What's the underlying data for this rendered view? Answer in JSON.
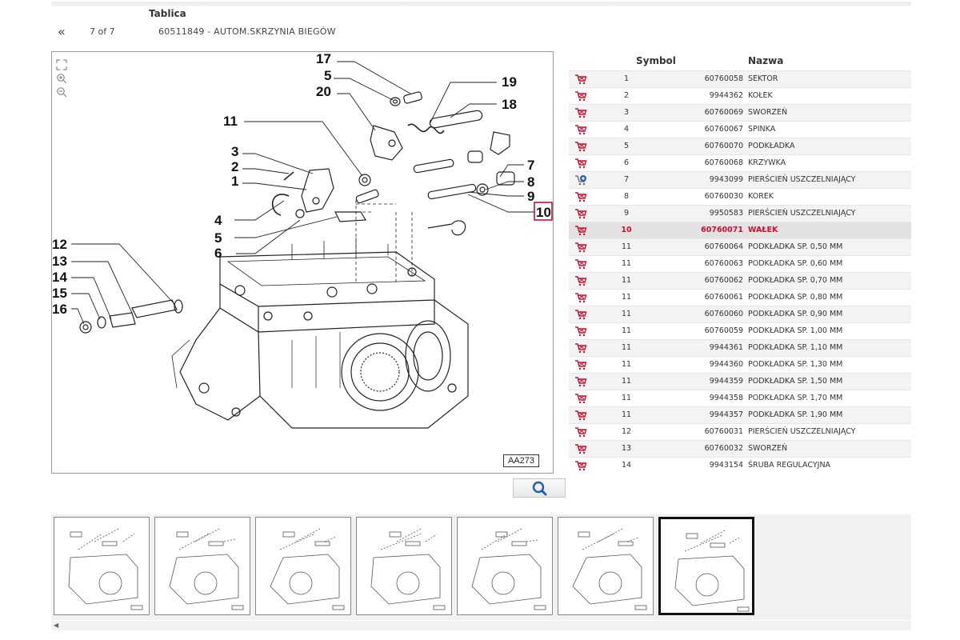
{
  "header": {
    "label": "Tablica",
    "back_icon": "«",
    "position": "7 of 7",
    "title": "60511849 - AUTOM.SKRZYNIA BIEGÓW"
  },
  "diagram": {
    "code": "AA273",
    "callouts": [
      "17",
      "5",
      "20",
      "19",
      "18",
      "11",
      "3",
      "2",
      "1",
      "7",
      "8",
      "9",
      "10",
      "4",
      "5",
      "6",
      "12",
      "13",
      "14",
      "15",
      "16"
    ],
    "selected_callout": "10",
    "tools": [
      "fit-icon",
      "zoom-in-icon",
      "zoom-out-icon"
    ]
  },
  "table": {
    "columns": {
      "symbol": "Symbol",
      "name": "Nazwa"
    },
    "rows": [
      {
        "pos": "1",
        "symbol": "60760058",
        "name": "SEKTOR",
        "icon": "cart"
      },
      {
        "pos": "2",
        "symbol": "9944362",
        "name": "KOŁEK",
        "icon": "cart"
      },
      {
        "pos": "3",
        "symbol": "60760069",
        "name": "SWORZEŃ",
        "icon": "cart"
      },
      {
        "pos": "4",
        "symbol": "60760067",
        "name": "SPINKA",
        "icon": "cart"
      },
      {
        "pos": "5",
        "symbol": "60760070",
        "name": "PODKŁADKA",
        "icon": "cart"
      },
      {
        "pos": "6",
        "symbol": "60760068",
        "name": "KRZYWKA",
        "icon": "cart"
      },
      {
        "pos": "7",
        "symbol": "9943099",
        "name": "PIERŚCIEŃ USZCZELNIAJĄCY",
        "icon": "cart-plus"
      },
      {
        "pos": "8",
        "symbol": "60760030",
        "name": "KOREK",
        "icon": "cart"
      },
      {
        "pos": "9",
        "symbol": "9950583",
        "name": "PIERŚCIEŃ USZCZELNIAJĄCY",
        "icon": "cart"
      },
      {
        "pos": "10",
        "symbol": "60760071",
        "name": "WAŁEK",
        "icon": "cart",
        "selected": true
      },
      {
        "pos": "11",
        "symbol": "60760064",
        "name": "PODKŁADKA SP. 0,50 MM",
        "icon": "cart"
      },
      {
        "pos": "11",
        "symbol": "60760063",
        "name": "PODKŁADKA SP. 0,60 MM",
        "icon": "cart"
      },
      {
        "pos": "11",
        "symbol": "60760062",
        "name": "PODKŁADKA SP. 0,70 MM",
        "icon": "cart"
      },
      {
        "pos": "11",
        "symbol": "60760061",
        "name": "PODKŁADKA SP. 0,80 MM",
        "icon": "cart"
      },
      {
        "pos": "11",
        "symbol": "60760060",
        "name": "PODKŁADKA SP. 0,90 MM",
        "icon": "cart"
      },
      {
        "pos": "11",
        "symbol": "60760059",
        "name": "PODKŁADKA SP. 1,00 MM",
        "icon": "cart"
      },
      {
        "pos": "11",
        "symbol": "9944361",
        "name": "PODKŁADKA SP. 1,10 MM",
        "icon": "cart"
      },
      {
        "pos": "11",
        "symbol": "9944360",
        "name": "PODKŁADKA SP. 1,30 MM",
        "icon": "cart"
      },
      {
        "pos": "11",
        "symbol": "9944359",
        "name": "PODKŁADKA SP. 1,50 MM",
        "icon": "cart"
      },
      {
        "pos": "11",
        "symbol": "9944358",
        "name": "PODKŁADKA SP. 1,70 MM",
        "icon": "cart"
      },
      {
        "pos": "11",
        "symbol": "9944357",
        "name": "PODKŁADKA SP. 1,90 MM",
        "icon": "cart"
      },
      {
        "pos": "12",
        "symbol": "60760031",
        "name": "PIERŚCIEŃ USZCZELNIAJĄCY",
        "icon": "cart"
      },
      {
        "pos": "13",
        "symbol": "60760032",
        "name": "SWORZEŃ",
        "icon": "cart"
      },
      {
        "pos": "14",
        "symbol": "9943154",
        "name": "ŚRUBA REGULACYJNA",
        "icon": "cart"
      }
    ]
  },
  "search_button": {
    "icon": "search-icon"
  },
  "thumbnails": {
    "count": 7,
    "active_index": 6
  },
  "colors": {
    "selected_row_text": "#c8102e",
    "cart_icon": "#c8102e",
    "plus_icon": "#2a5db0"
  }
}
